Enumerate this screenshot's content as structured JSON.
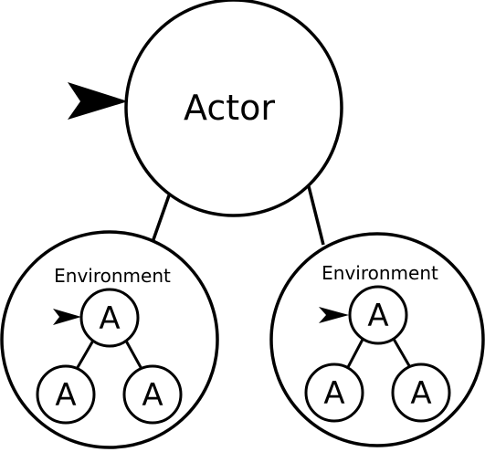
{
  "colors": {
    "stroke": "#000000",
    "fill": "#ffffff",
    "arrow": "#000000"
  },
  "root": {
    "label": "Actor",
    "has_incoming_arrow": true
  },
  "environments": [
    {
      "label": "Environment",
      "actor": {
        "label": "A",
        "has_incoming_arrow": true
      },
      "children": [
        {
          "label": "A"
        },
        {
          "label": "A"
        }
      ]
    },
    {
      "label": "Environment",
      "actor": {
        "label": "A",
        "has_incoming_arrow": true
      },
      "children": [
        {
          "label": "A"
        },
        {
          "label": "A"
        }
      ]
    }
  ]
}
